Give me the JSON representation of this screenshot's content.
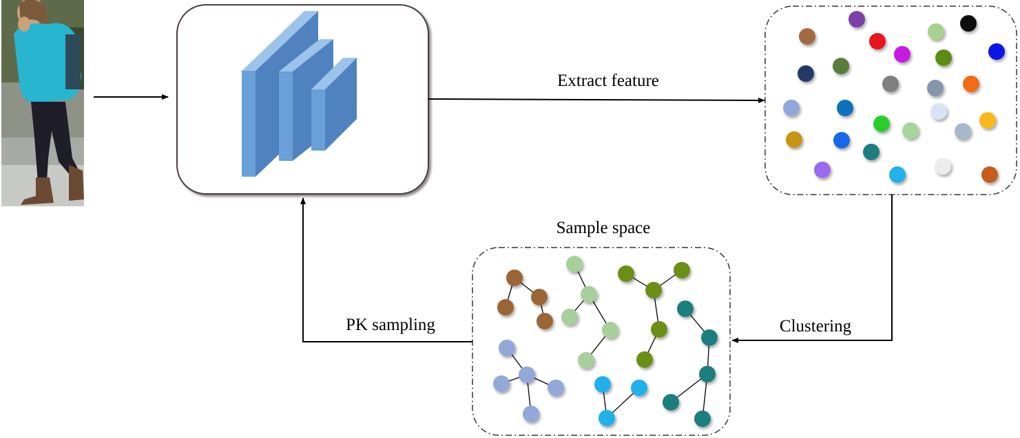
{
  "labels": {
    "extract": "Extract feature",
    "sample_space": "Sample space",
    "pk_sampling": "PK sampling",
    "clustering": "Clustering"
  },
  "colors": {
    "network_face": "#6a9fd8",
    "network_side": "#4f82bf",
    "network_top": "#9cc3ea",
    "pedestrian_jacket": "#27b5cf",
    "pedestrian_pants": "#1e1d28",
    "pedestrian_boots": "#6b4a33"
  },
  "feature_dot_colors": [
    "#7b3fa8",
    "#0a0a0a",
    "#a26a3f",
    "#e8141e",
    "#a7d18f",
    "#c61ce2",
    "#5c8c17",
    "#0a17e8",
    "#213a66",
    "#5a7b3e",
    "#808080",
    "#8596ab",
    "#f26c12",
    "#92a7d8",
    "#0f6fbd",
    "#2bcd2d",
    "#a5d59a",
    "#d8e4f6",
    "#fbb81a",
    "#a8b8cc",
    "#c89413",
    "#1568e8",
    "#1c7f7f",
    "#9a6aee",
    "#20b1ea",
    "#ececec",
    "#c65d1a"
  ],
  "cluster_colors": [
    "#9a6634",
    "#a7d09a",
    "#6a8f17",
    "#1e7e7e",
    "#91a8d8",
    "#22b0ea"
  ]
}
